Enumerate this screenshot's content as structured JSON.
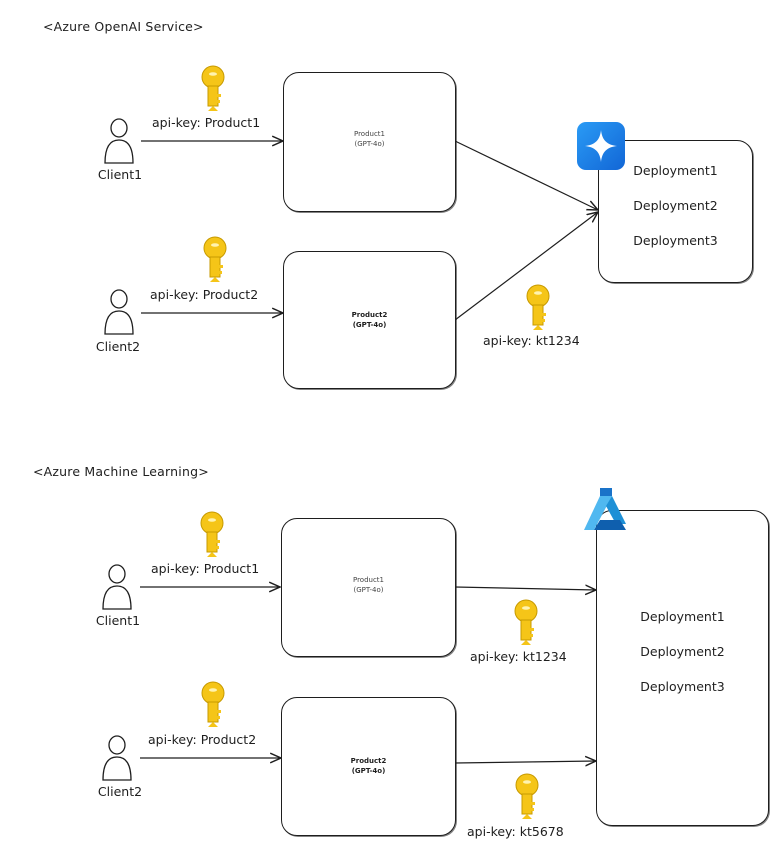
{
  "sections": [
    {
      "title": "<Azure OpenAI Service>",
      "clients": [
        {
          "label": "Client1",
          "key_label": "api-key: Product1"
        },
        {
          "label": "Client2",
          "key_label": "api-key: Product2"
        }
      ],
      "products": [
        {
          "name": "Product1",
          "model": "(GPT-4o)"
        },
        {
          "name": "Product2",
          "model": "(GPT-4o)"
        }
      ],
      "backend_keys": [
        "api-key: kt1234"
      ],
      "deployments": [
        "Deployment1",
        "Deployment2",
        "Deployment3"
      ],
      "service_icon": "azure-openai-icon"
    },
    {
      "title": "<Azure Machine Learning>",
      "clients": [
        {
          "label": "Client1",
          "key_label": "api-key: Product1"
        },
        {
          "label": "Client2",
          "key_label": "api-key: Product2"
        }
      ],
      "products": [
        {
          "name": "Product1",
          "model": "(GPT-4o)"
        },
        {
          "name": "Product2",
          "model": "(GPT-4o)"
        }
      ],
      "backend_keys": [
        "api-key: kt1234",
        "api-key: kt5678"
      ],
      "deployments": [
        "Deployment1",
        "Deployment2",
        "Deployment3"
      ],
      "service_icon": "azure-machine-learning-icon"
    }
  ],
  "colors": {
    "key": "#f5c518",
    "key_outline": "#c79a00",
    "ink": "#1e1e1e",
    "openai_blue": "#1f8ef1",
    "ml_blue": "#1e90d6"
  }
}
